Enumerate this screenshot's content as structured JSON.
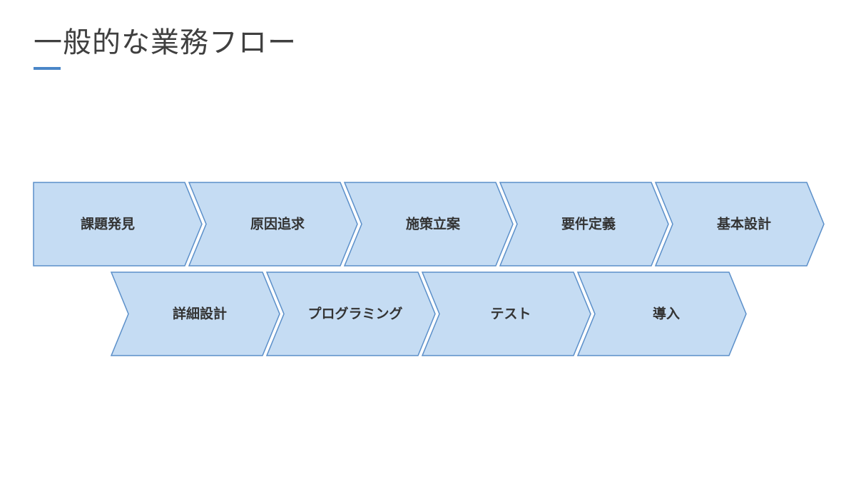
{
  "title": "一般的な業務フロー",
  "colors": {
    "title_text": "#3f3f3f",
    "accent": "#4a86c8",
    "chevron_fill": "#c5dcf3",
    "chevron_border": "#5b8fc9",
    "step_text": "#333333"
  },
  "flow": {
    "rows": [
      {
        "first_has_notch": false,
        "steps": [
          "課題発見",
          "原因追求",
          "施策立案",
          "要件定義",
          "基本設計"
        ]
      },
      {
        "first_has_notch": true,
        "steps": [
          "詳細設計",
          "プログラミング",
          "テスト",
          "導入"
        ]
      }
    ]
  }
}
